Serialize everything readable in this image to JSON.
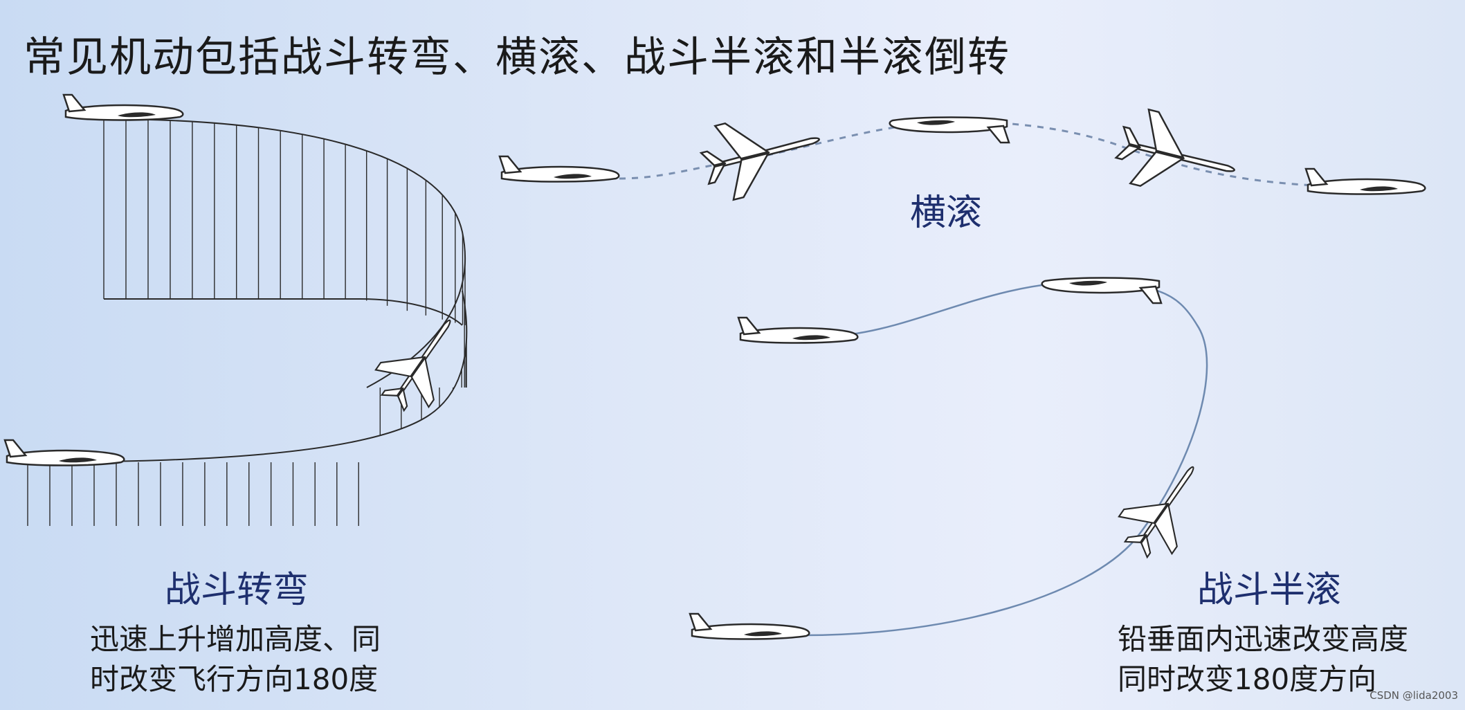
{
  "title": "常见机动包括战斗转弯、横滚、战斗半滚和半滚倒转",
  "maneuvers": {
    "combat_turn": {
      "name": "战斗转弯",
      "desc_line1": "迅速上升增加高度、同",
      "desc_line2": "时改变飞行方向180度"
    },
    "roll": {
      "name": "横滚"
    },
    "half_roll": {
      "name": "战斗半滚",
      "desc_line1": "铅垂面内迅速改变高度",
      "desc_line2": "同时改变180度方向"
    }
  },
  "watermark": "CSDN @lida2003",
  "colors": {
    "label": "#1e2f6e",
    "path_line": "#6e8ab0",
    "plane_fill": "#ffffff",
    "plane_stroke": "#2a2a2a"
  }
}
